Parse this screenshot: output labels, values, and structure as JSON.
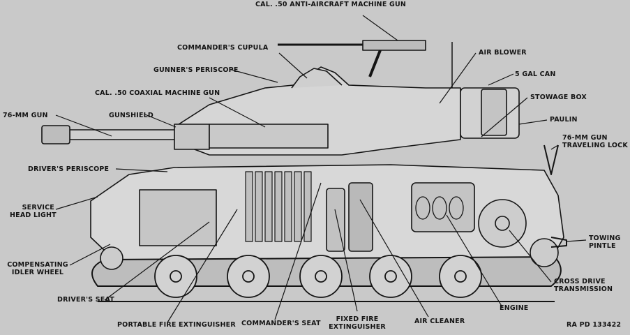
{
  "labels": {
    "aa_gun": "CAL. .50 ANTI-AIRCRAFT MACHINE GUN",
    "cupula": "COMMANDER'S CUPULA",
    "gunner_periscope": "GUNNER'S PERISCOPE",
    "coax_gun": "CAL. .50 COAXIAL MACHINE GUN",
    "main_gun": "76-MM GUN",
    "gunshield": "GUNSHIELD",
    "driver_periscope": "DRIVER'S PERISCOPE",
    "service_light_1": "SERVICE",
    "service_light_2": "HEAD LIGHT",
    "idler_1": "COMPENSATING",
    "idler_2": "IDLER WHEEL",
    "driver_seat": "DRIVER'S SEAT",
    "portable_ext": "PORTABLE FIRE EXTINGUISHER",
    "commander_seat": "COMMANDER'S SEAT",
    "fixed_ext_1": "FIXED FIRE",
    "fixed_ext_2": "EXTINGUISHER",
    "air_cleaner": "AIR CLEANER",
    "engine": "ENGINE",
    "air_blower": "AIR BLOWER",
    "gas_can": "5 GAL CAN",
    "stowage_box": "STOWAGE BOX",
    "paulin": "PAULIN",
    "lock_1": "76-MM GUN",
    "lock_2": "TRAVELING LOCK",
    "pintle_1": "TOWING",
    "pintle_2": "PINTLE",
    "transmission_1": "CROSS DRIVE",
    "transmission_2": "TRANSMISSION",
    "ref": "RA PD 133422"
  },
  "colors": {
    "background": "#c9c9c9",
    "ink": "#141414",
    "hull_fill": "#d8d8d8",
    "shade": "#9a9a9a"
  }
}
